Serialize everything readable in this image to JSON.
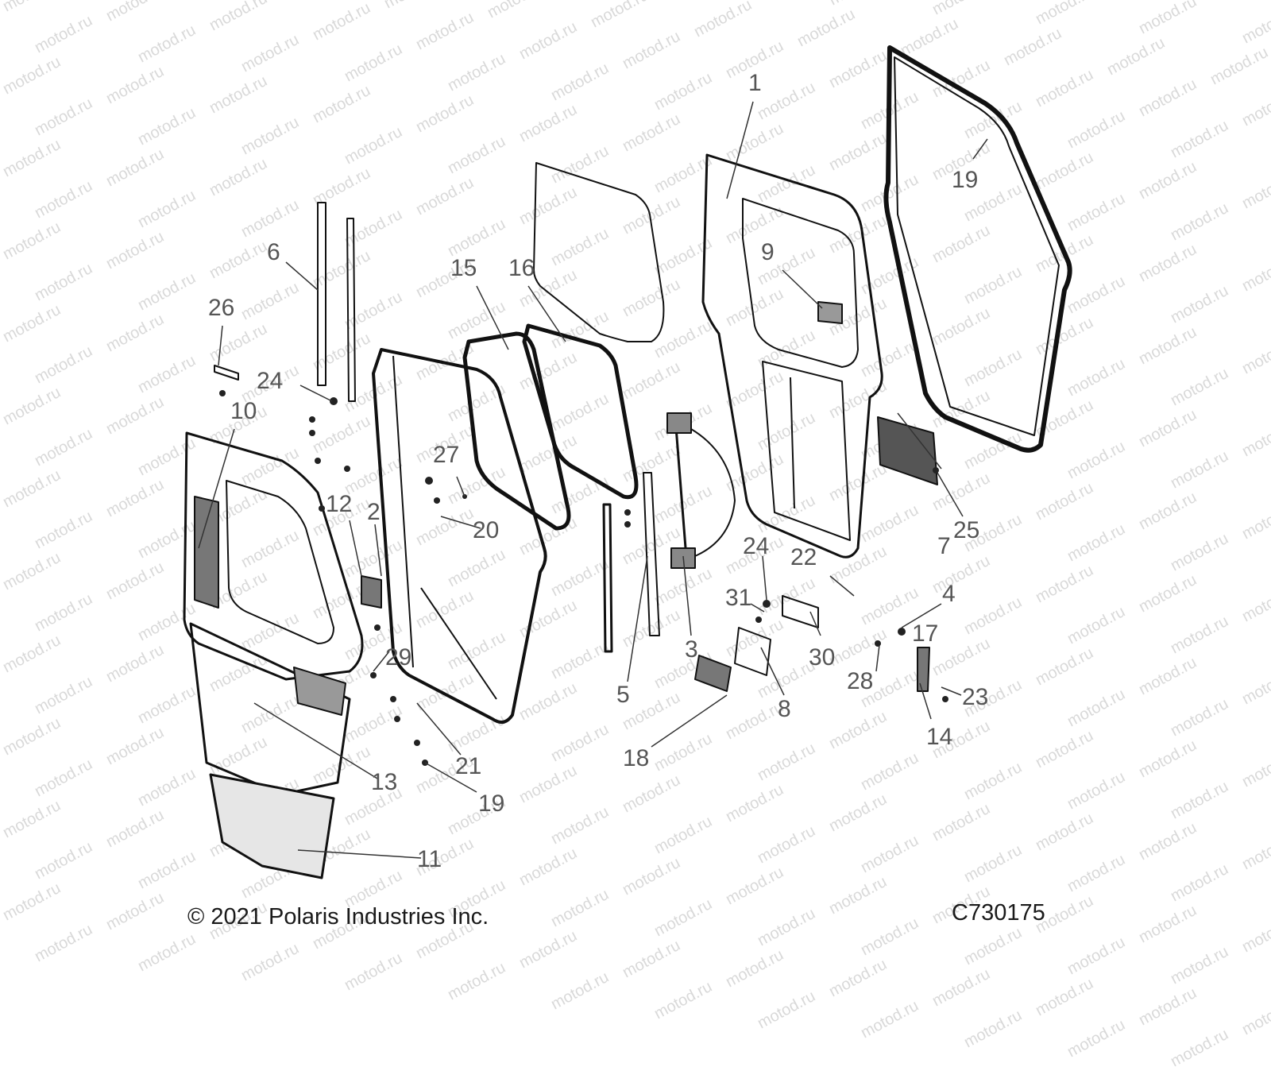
{
  "watermark": {
    "text": "motod.ru",
    "color": "#d9d9d9"
  },
  "footer": {
    "copyright": "© 2021 Polaris Industries Inc.",
    "diagram_id": "C730175"
  },
  "callouts": {
    "c1": "1",
    "c2": "2",
    "c3": "3",
    "c4": "4",
    "c5": "5",
    "c6": "6",
    "c7": "7",
    "c8": "8",
    "c9": "9",
    "c10": "10",
    "c11": "11",
    "c12": "12",
    "c13": "13",
    "c14": "14",
    "c15": "15",
    "c16": "16",
    "c17": "17",
    "c18": "18",
    "c19a": "19",
    "c19b": "19",
    "c20": "20",
    "c21": "21",
    "c22": "22",
    "c23": "23",
    "c24a": "24",
    "c24b": "24",
    "c25": "25",
    "c26": "26",
    "c27": "27",
    "c28": "28",
    "c29": "29",
    "c30": "30",
    "c31": "31"
  }
}
